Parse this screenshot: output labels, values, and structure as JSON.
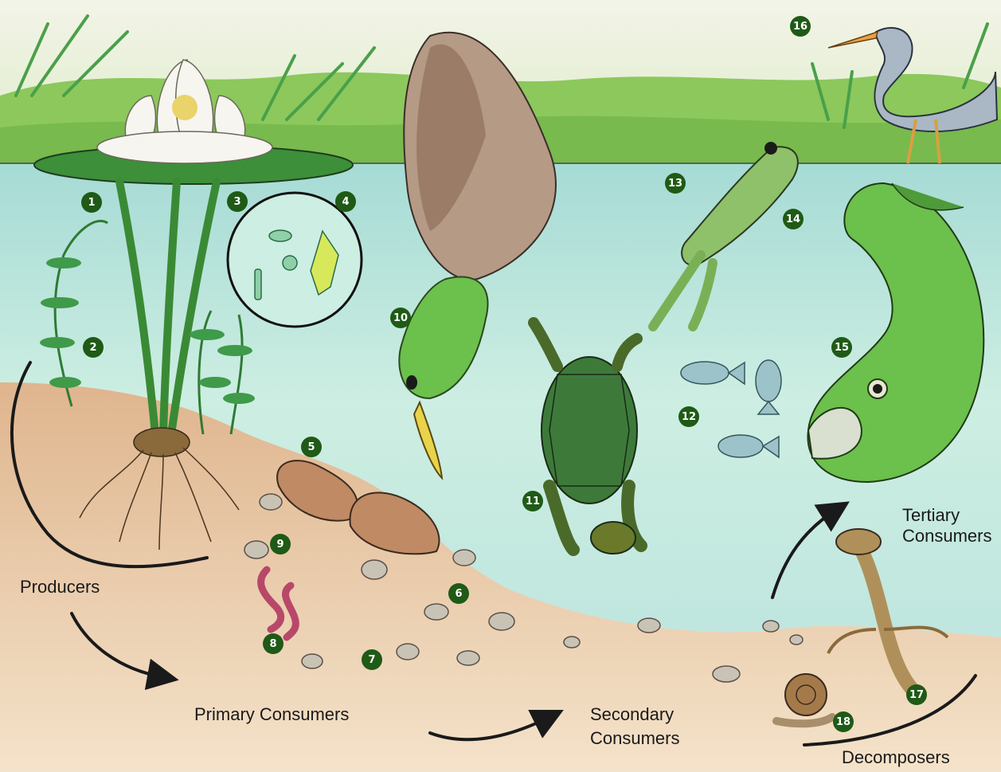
{
  "labels": {
    "producers": "Producers",
    "primary": "Primary Consumers",
    "secondary_line1": "Secondary",
    "secondary_line2": "Consumers",
    "tertiary_line1": "Tertiary",
    "tertiary_line2": "Consumers",
    "decomposers": "Decomposers"
  },
  "markers": [
    "1",
    "2",
    "3",
    "4",
    "5",
    "6",
    "7",
    "8",
    "9",
    "10",
    "11",
    "12",
    "13",
    "14",
    "15",
    "16",
    "17",
    "18"
  ],
  "colors": {
    "marker_fill": "#1f5a16",
    "water": "#bfe6df",
    "sediment": "#e9c9a4",
    "land": "#9fd06a",
    "arrow": "#1a1a1a"
  }
}
